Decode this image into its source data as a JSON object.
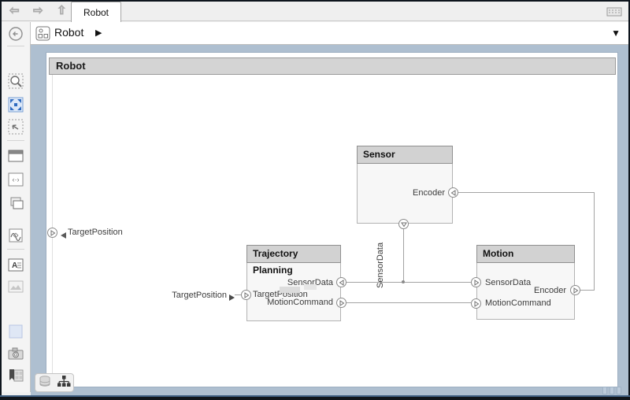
{
  "window": {
    "tabs": [
      {
        "label": "Robot",
        "active": true
      }
    ],
    "nav_icons": [
      "back-arrow",
      "forward-arrow",
      "up-arrow"
    ],
    "toolbar_right_icon": "keyboard-icon"
  },
  "breadcrumb": {
    "label": "Robot",
    "caret": "▶",
    "dropdown": "▼",
    "icon": "component-icon"
  },
  "palette": {
    "items": [
      {
        "name": "back-circle-icon"
      },
      {
        "name": "zoom-region-icon"
      },
      {
        "name": "fit-to-view-icon",
        "accent": "#2f6bbf"
      },
      {
        "name": "zoom-selection-icon"
      },
      {
        "name": "window-icon"
      },
      {
        "name": "viewport-icon"
      },
      {
        "name": "copy-icon"
      },
      {
        "name": "signal-icon"
      },
      {
        "name": "annotation-icon",
        "glyph": "A"
      },
      {
        "name": "image-icon"
      },
      {
        "name": "area-icon",
        "fill": "#dfe7f5"
      },
      {
        "name": "camera-icon"
      },
      {
        "name": "viewmark-icon"
      },
      {
        "name": "more-tools-icon",
        "glyph": "»"
      }
    ]
  },
  "canvas": {
    "frame_title": "Robot",
    "boundary_ports": [
      {
        "label": "TargetPosition",
        "side": "left"
      }
    ],
    "blocks": [
      {
        "title": "Sensor",
        "ports": [
          {
            "label": "Encoder",
            "side": "right",
            "direction": "input"
          },
          {
            "label": "SensorData",
            "side": "bottom",
            "direction": "output"
          }
        ]
      },
      {
        "title": "Trajectory Planning",
        "ports": [
          {
            "label": "TargetPosition",
            "side": "left",
            "direction": "input"
          },
          {
            "label": "SensorData",
            "side": "right",
            "direction": "input"
          },
          {
            "label": "MotionCommand",
            "side": "right",
            "direction": "output"
          }
        ]
      },
      {
        "title": "Motion",
        "ports": [
          {
            "label": "SensorData",
            "side": "left",
            "direction": "input"
          },
          {
            "label": "MotionCommand",
            "side": "left",
            "direction": "input"
          },
          {
            "label": "Encoder",
            "side": "right",
            "direction": "output"
          }
        ]
      }
    ],
    "connections": [
      {
        "label": "SensorData",
        "from": "Sensor.SensorData",
        "to": [
          "Trajectory Planning.SensorData",
          "Motion.SensorData"
        ]
      },
      {
        "label": "",
        "from": "Trajectory Planning.MotionCommand",
        "to": [
          "Motion.MotionCommand"
        ]
      },
      {
        "label": "",
        "from": "Motion.Encoder",
        "to": [
          "Sensor.Encoder"
        ]
      },
      {
        "label": "TargetPosition",
        "from": "TargetPosition",
        "to": [
          "Trajectory Planning.TargetPosition"
        ]
      }
    ]
  },
  "status_bar": {
    "icons": [
      "database-icon",
      "hierarchy-icon"
    ]
  },
  "colors": {
    "canvas_margin": "#aebfd0",
    "block_header": "#d2d2d2",
    "block_body": "#f7f7f7",
    "wire": "#a3a3a3",
    "accent_blue": "#2f6bbf"
  }
}
